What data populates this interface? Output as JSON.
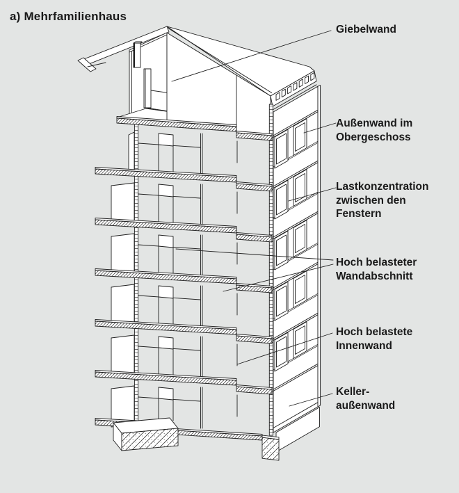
{
  "title": "a) Mehrfamilienhaus",
  "colors": {
    "background": "#e3e5e4",
    "line": "#1f1f1f",
    "text": "#1a1a1a",
    "fill": "#ffffff"
  },
  "labels": [
    {
      "id": "giebelwand",
      "lines": [
        "Giebelwand"
      ]
    },
    {
      "id": "aussenwand",
      "lines": [
        "Außenwand im",
        "Obergeschoss"
      ]
    },
    {
      "id": "lastkonzentration",
      "lines": [
        "Lastkonzentration",
        "zwischen den",
        "Fenstern"
      ]
    },
    {
      "id": "wandabschnitt",
      "lines": [
        "Hoch belasteter",
        "Wandabschnitt"
      ]
    },
    {
      "id": "innenwand",
      "lines": [
        "Hoch belastete",
        "Innenwand"
      ]
    },
    {
      "id": "kellerwand",
      "lines": [
        "Keller-",
        "außenwand"
      ]
    }
  ]
}
